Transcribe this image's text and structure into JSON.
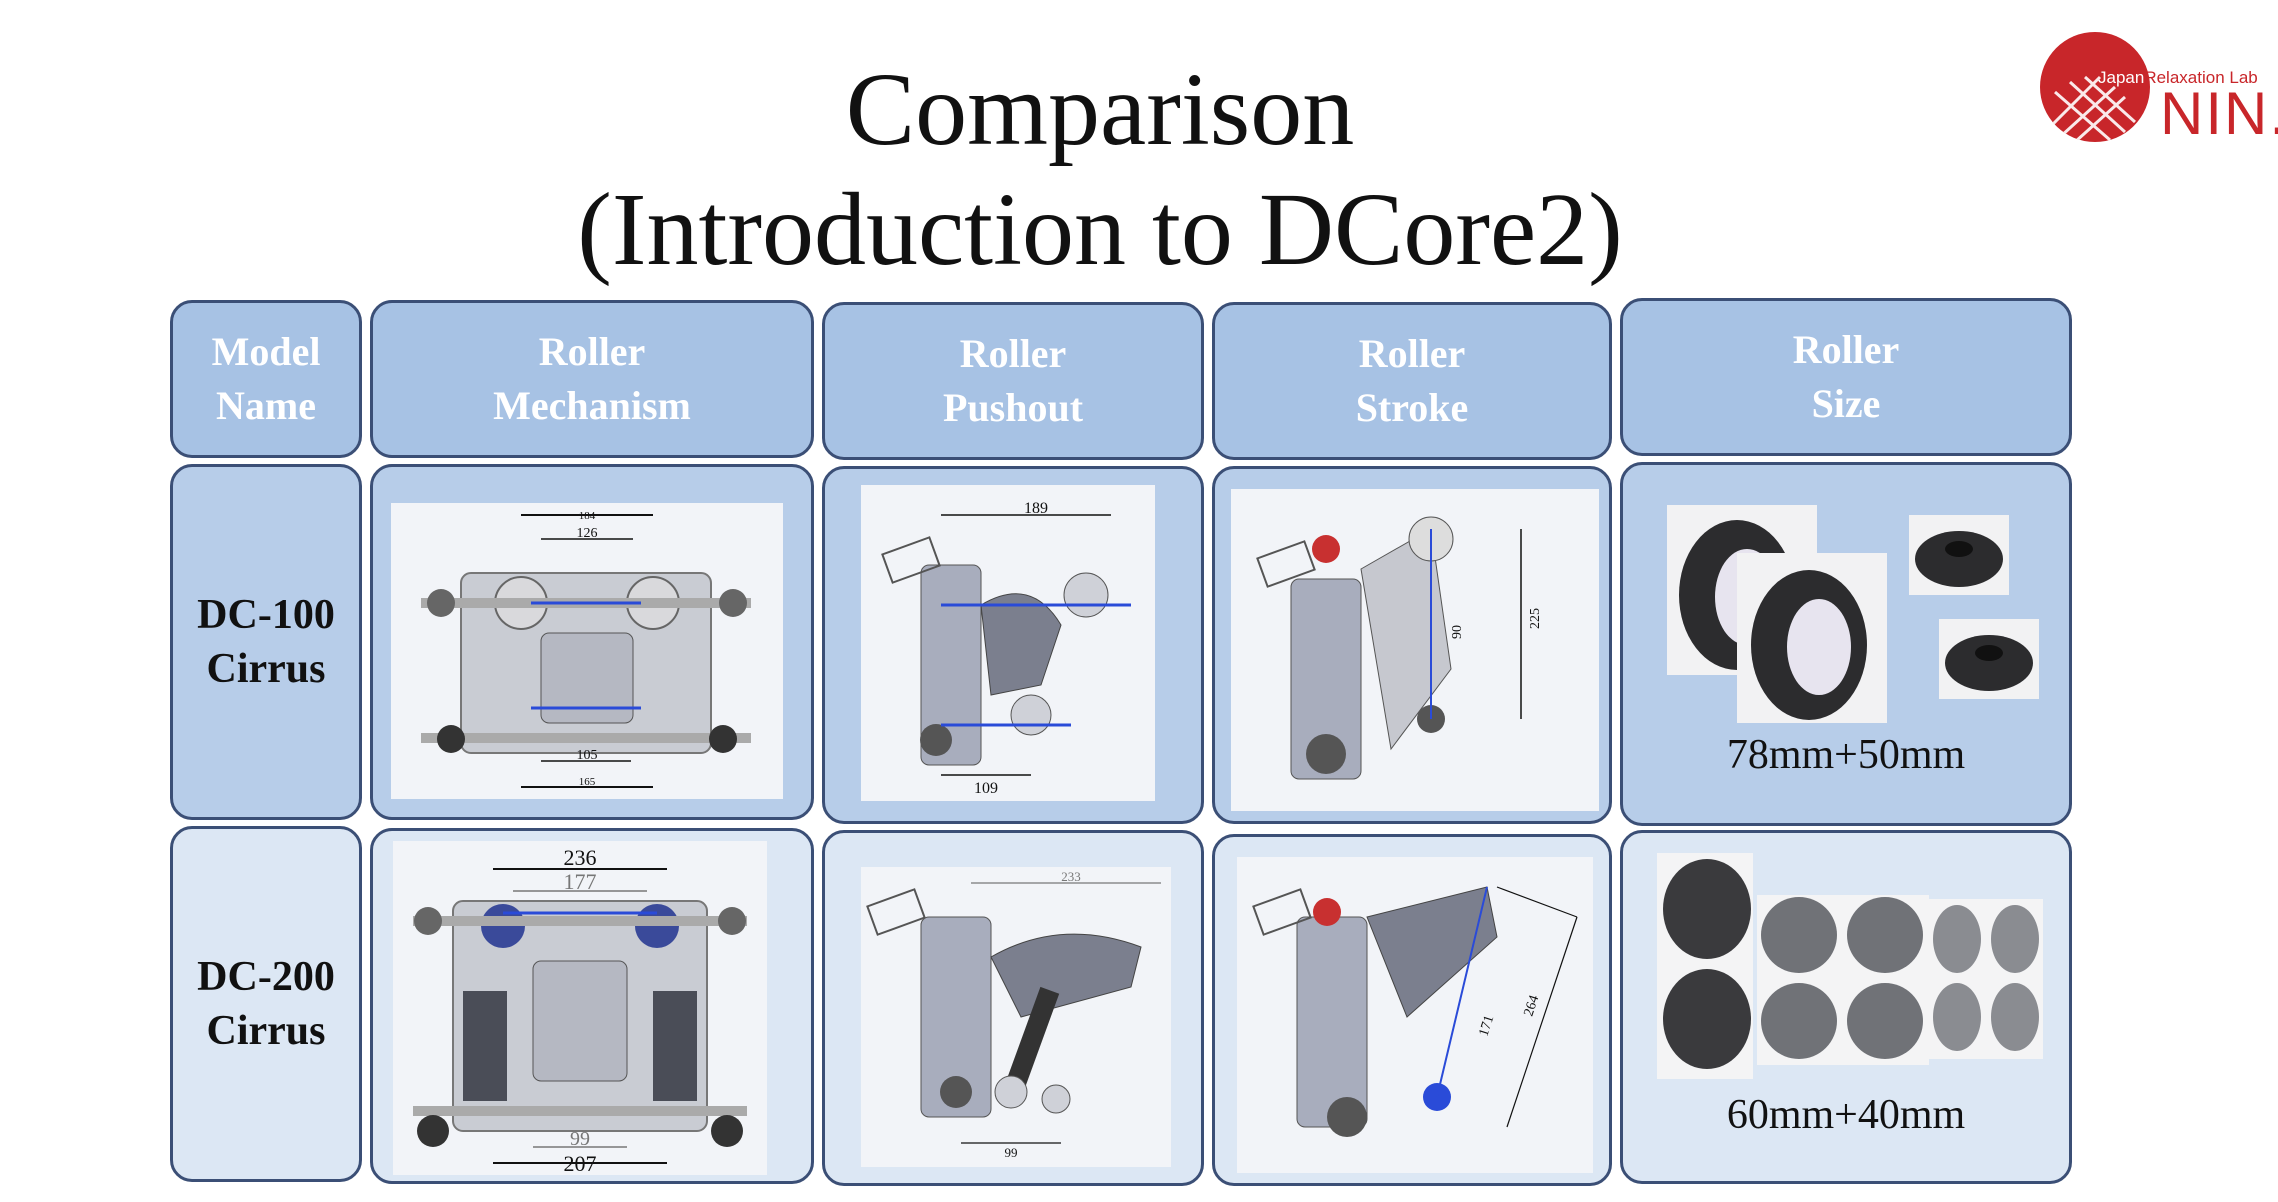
{
  "slide": {
    "title_line1": "Comparison",
    "title_line2": "(Introduction to DCore2)"
  },
  "logo": {
    "small_text_part1": "Japan",
    "small_text_part2": "Relaxation Lab",
    "big_text": "NIN."
  },
  "table": {
    "headers": [
      "Model Name",
      "Roller Mechanism",
      "Roller Pushout",
      "Roller Stroke",
      "Roller Size"
    ],
    "header_lines": [
      [
        "Model",
        "Name"
      ],
      [
        "Roller",
        "Mechanism"
      ],
      [
        "Roller",
        "Pushout"
      ],
      [
        "Roller",
        "Stroke"
      ],
      [
        "Roller",
        "Size"
      ]
    ],
    "rows": [
      {
        "model_line1": "DC-100",
        "model_line2": "Cirrus",
        "mechanism_dims": [
          "184",
          "126",
          "105",
          "165"
        ],
        "pushout_dims": [
          "189",
          "109"
        ],
        "stroke_dims": [
          "90",
          "225"
        ],
        "roller_size": "78mm+50mm"
      },
      {
        "model_line1": "DC-200",
        "model_line2": "Cirrus",
        "mechanism_dims": [
          "236",
          "177",
          "99",
          "207"
        ],
        "pushout_dims": [
          "233",
          "99"
        ],
        "stroke_dims": [
          "171",
          "264"
        ],
        "roller_size": "60mm+40mm"
      }
    ]
  },
  "colors": {
    "header_fill": "#a7c2e4",
    "body_fill": "#b7cde9",
    "light_fill": "#dce7f4",
    "border": "#3b4f76",
    "logo_red": "#c8262a"
  }
}
